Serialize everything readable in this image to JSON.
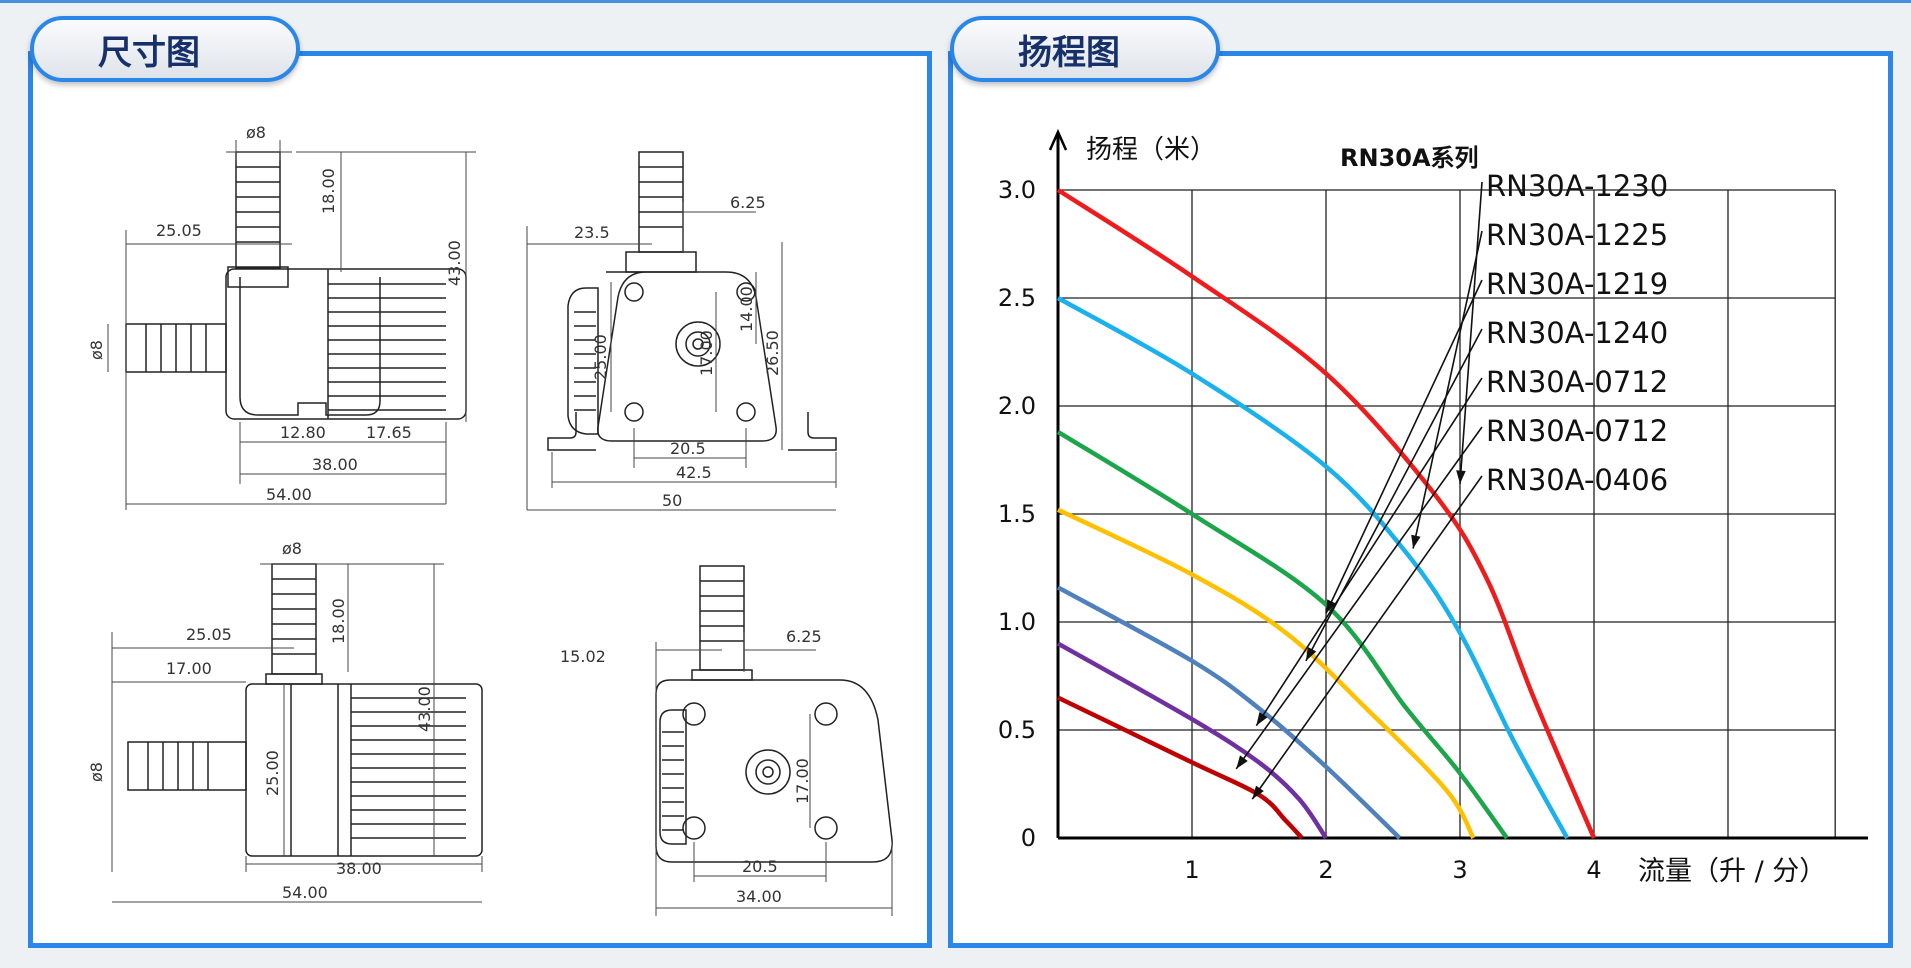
{
  "left_panel": {
    "title": "尺寸图",
    "dims": {
      "top_left": {
        "d_top": "ø8",
        "d_left": "ø8",
        "w_25_05": "25.05",
        "h_18": "18.00",
        "h_43": "43.00",
        "w_12_80": "12.80",
        "w_17_65": "17.65",
        "w_38": "38.00",
        "w_54": "54.00"
      },
      "top_right": {
        "w_23_5": "23.5",
        "w_6_25": "6.25",
        "h_25": "25.00",
        "h_17": "17.00",
        "h_14": "14.00",
        "h_26_5": "26.50",
        "w_20_5": "20.5",
        "w_42_5": "42.5",
        "w_50": "50"
      },
      "bot_left": {
        "d_top": "ø8",
        "d_left": "ø8",
        "w_25_05": "25.05",
        "w_17": "17.00",
        "h_18": "18.00",
        "h_25": "25.00",
        "h_43": "43.00",
        "w_38": "38.00",
        "w_54": "54.00"
      },
      "bot_right": {
        "w_15_02": "15.02",
        "w_6_25": "6.25",
        "h_17": "17.00",
        "w_20_5": "20.5",
        "w_34": "34.00"
      }
    }
  },
  "right_panel": {
    "title": "扬程图"
  },
  "chart_data": {
    "type": "line",
    "title": "RN30A系列",
    "xlabel": "流量（升 / 分）",
    "ylabel": "扬程（米）",
    "xlim": [
      0,
      5.8
    ],
    "ylim": [
      0,
      3.0
    ],
    "x_ticks": [
      "1",
      "2",
      "3",
      "4"
    ],
    "y_ticks": [
      "0",
      "0.5",
      "1.0",
      "1.5",
      "2.0",
      "2.5",
      "3.0"
    ],
    "grid": true,
    "series": [
      {
        "name": "RN30A-1230",
        "color": "#ee1c1c",
        "points": [
          [
            0,
            3.0
          ],
          [
            1,
            2.6
          ],
          [
            2,
            2.15
          ],
          [
            2.8,
            1.6
          ],
          [
            3.2,
            1.2
          ],
          [
            3.55,
            0.65
          ],
          [
            4.0,
            0
          ]
        ]
      },
      {
        "name": "RN30A-1225",
        "color": "#1ab1ec",
        "points": [
          [
            0,
            2.5
          ],
          [
            1,
            2.15
          ],
          [
            2,
            1.72
          ],
          [
            2.6,
            1.32
          ],
          [
            3.0,
            0.95
          ],
          [
            3.4,
            0.45
          ],
          [
            3.8,
            0
          ]
        ]
      },
      {
        "name": "RN30A-1219",
        "color": "#1da54b",
        "points": [
          [
            0,
            1.88
          ],
          [
            1,
            1.5
          ],
          [
            2,
            1.08
          ],
          [
            2.6,
            0.6
          ],
          [
            3.0,
            0.3
          ],
          [
            3.35,
            0
          ]
        ]
      },
      {
        "name": "RN30A-1240",
        "color": "#ffc000",
        "points": [
          [
            0,
            1.52
          ],
          [
            1,
            1.22
          ],
          [
            1.7,
            0.95
          ],
          [
            2.3,
            0.6
          ],
          [
            2.9,
            0.22
          ],
          [
            3.1,
            0
          ]
        ]
      },
      {
        "name": "RN30A-0712",
        "color": "#4f81bd",
        "points": [
          [
            0,
            1.16
          ],
          [
            1,
            0.82
          ],
          [
            1.5,
            0.6
          ],
          [
            2.0,
            0.33
          ],
          [
            2.55,
            0
          ]
        ]
      },
      {
        "name": "RN30A-0712",
        "color": "#7030a0",
        "points": [
          [
            0,
            0.9
          ],
          [
            1,
            0.55
          ],
          [
            1.5,
            0.35
          ],
          [
            1.8,
            0.18
          ],
          [
            2.0,
            0
          ]
        ]
      },
      {
        "name": "RN30A-0406",
        "color": "#c00000",
        "points": [
          [
            0,
            0.65
          ],
          [
            1,
            0.35
          ],
          [
            1.5,
            0.2
          ],
          [
            1.7,
            0.08
          ],
          [
            1.82,
            0
          ]
        ]
      }
    ],
    "legend_placement": "top-right"
  }
}
